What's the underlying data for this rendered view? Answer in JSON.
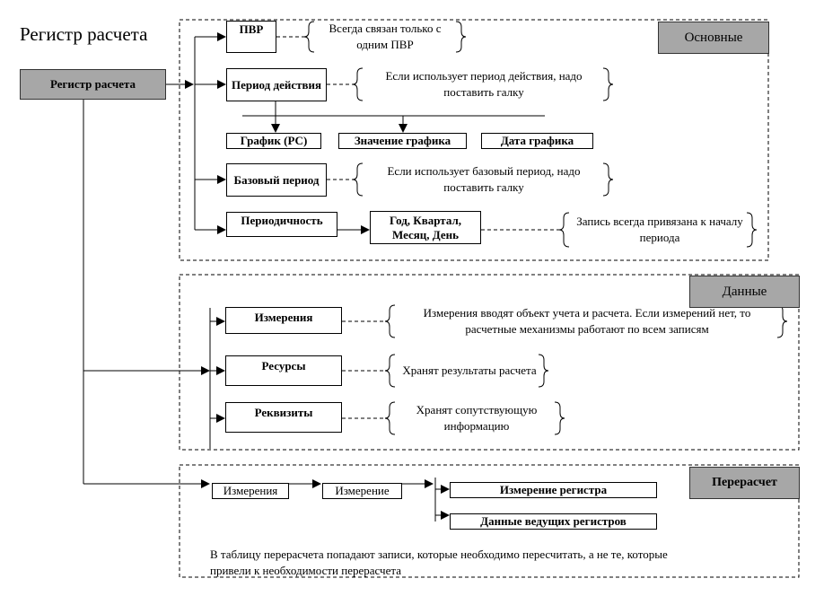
{
  "diagram": {
    "title": "Регистр расчета",
    "root_label": "Регистр расчета",
    "sections": {
      "main": {
        "label": "Основные",
        "items": {
          "pvr": {
            "label": "ПВР",
            "note": "Всегда связан только с одним ПВР"
          },
          "period": {
            "label": "Период действия",
            "note": "Если использует период действия, надо поставить галку",
            "children": [
              "График (РС)",
              "Значение графика",
              "Дата графика"
            ]
          },
          "base_period": {
            "label": "Базовый период",
            "note": "Если использует базовый период, надо поставить галку"
          },
          "periodicity": {
            "label": "Периодичность",
            "values": "Год, Квартал, Месяц, День",
            "note": "Запись всегда привязана к началу периода"
          }
        }
      },
      "data": {
        "label": "Данные",
        "items": {
          "dimensions": {
            "label": "Измерения",
            "note": "Измерения вводят объект учета и расчета. Если измерений нет, то расчетные механизмы работают по всем записям"
          },
          "resources": {
            "label": "Ресурсы",
            "note": "Хранят результаты расчета"
          },
          "attributes": {
            "label": "Реквизиты",
            "note": "Хранят сопутствующую информацию"
          }
        }
      },
      "recalc": {
        "label": "Перерасчет",
        "chain": [
          "Измерения",
          "Измерение"
        ],
        "targets": [
          "Измерение регистра",
          "Данные ведущих регистров"
        ],
        "footnote": "В таблицу перерасчета попадают записи, которые необходимо пересчитать, а не те, которые привели к необходимости перерасчета"
      }
    }
  }
}
